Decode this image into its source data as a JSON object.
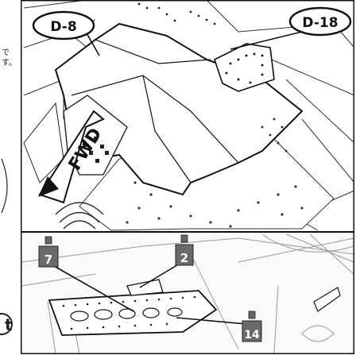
{
  "callouts": {
    "d8": "D-8",
    "d18": "D-18"
  },
  "direction_label": "FWD",
  "parts": {
    "p7": "7",
    "p2": "2",
    "p14": "14"
  },
  "side_text": [
    "で",
    "す。"
  ],
  "corner_glyph": "t"
}
